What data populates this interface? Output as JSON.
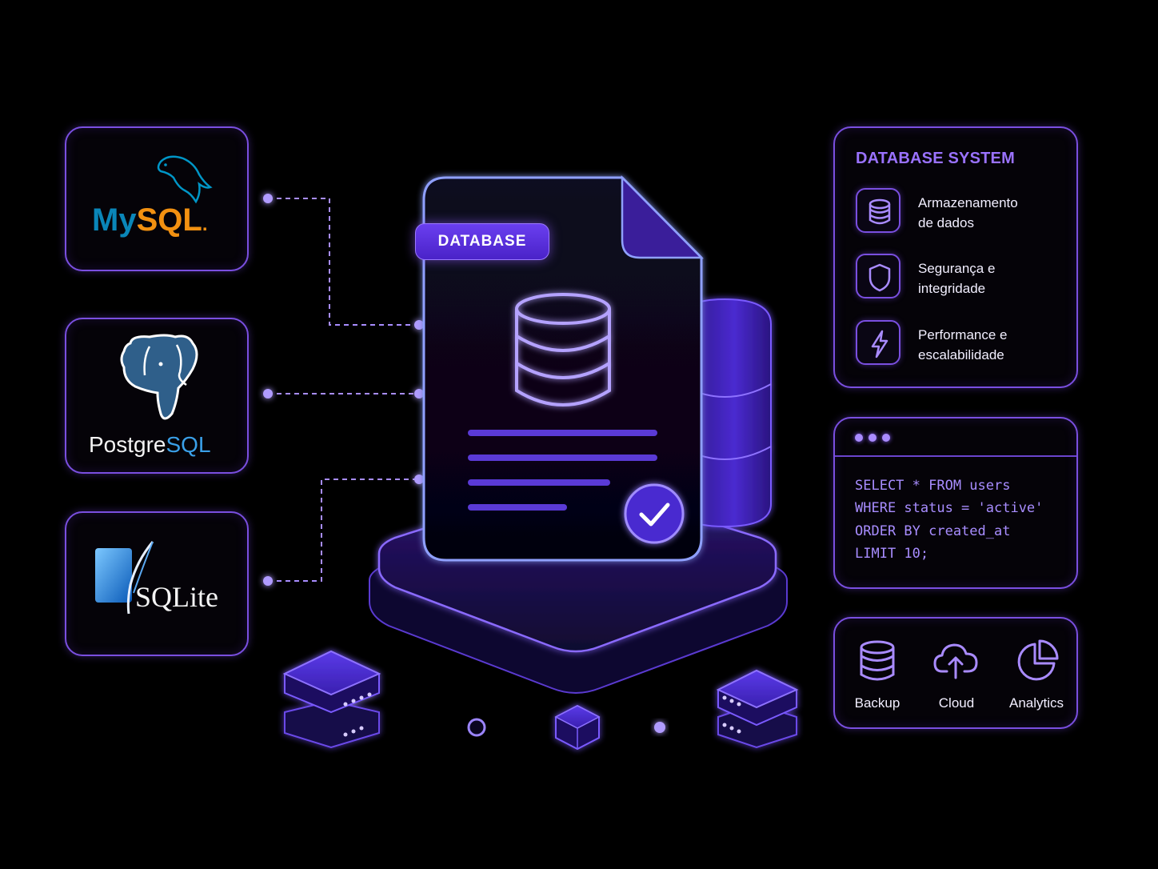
{
  "logos": {
    "mysql": {
      "my": "My",
      "sql": "SQL",
      "dot": "."
    },
    "postgres": {
      "postgre": "Postgre",
      "sql": "SQL"
    },
    "sqlite": {
      "text": "SQLite"
    }
  },
  "center": {
    "tag": "DATABASE"
  },
  "system": {
    "title": "DATABASE SYSTEM",
    "items": [
      {
        "icon": "database-icon",
        "line1": "Armazenamento",
        "line2": "de dados"
      },
      {
        "icon": "shield-icon",
        "line1": "Segurança e",
        "line2": "integridade"
      },
      {
        "icon": "lightning-icon",
        "line1": "Performance e",
        "line2": "escalabilidade"
      }
    ]
  },
  "code": {
    "lines": [
      "SELECT * FROM users",
      "WHERE status = 'active'",
      "ORDER BY created_at",
      "LIMIT 10;"
    ]
  },
  "features": [
    {
      "icon": "database-icon",
      "label": "Backup"
    },
    {
      "icon": "cloud-upload-icon",
      "label": "Cloud"
    },
    {
      "icon": "pie-chart-icon",
      "label": "Analytics"
    }
  ],
  "colors": {
    "accent": "#7a4fe0",
    "accent_light": "#a98bff",
    "mysql_blue": "#00758f",
    "mysql_orange": "#f29111",
    "postgres_blue": "#336791",
    "sqlite_blue": "#2a8ae0"
  }
}
